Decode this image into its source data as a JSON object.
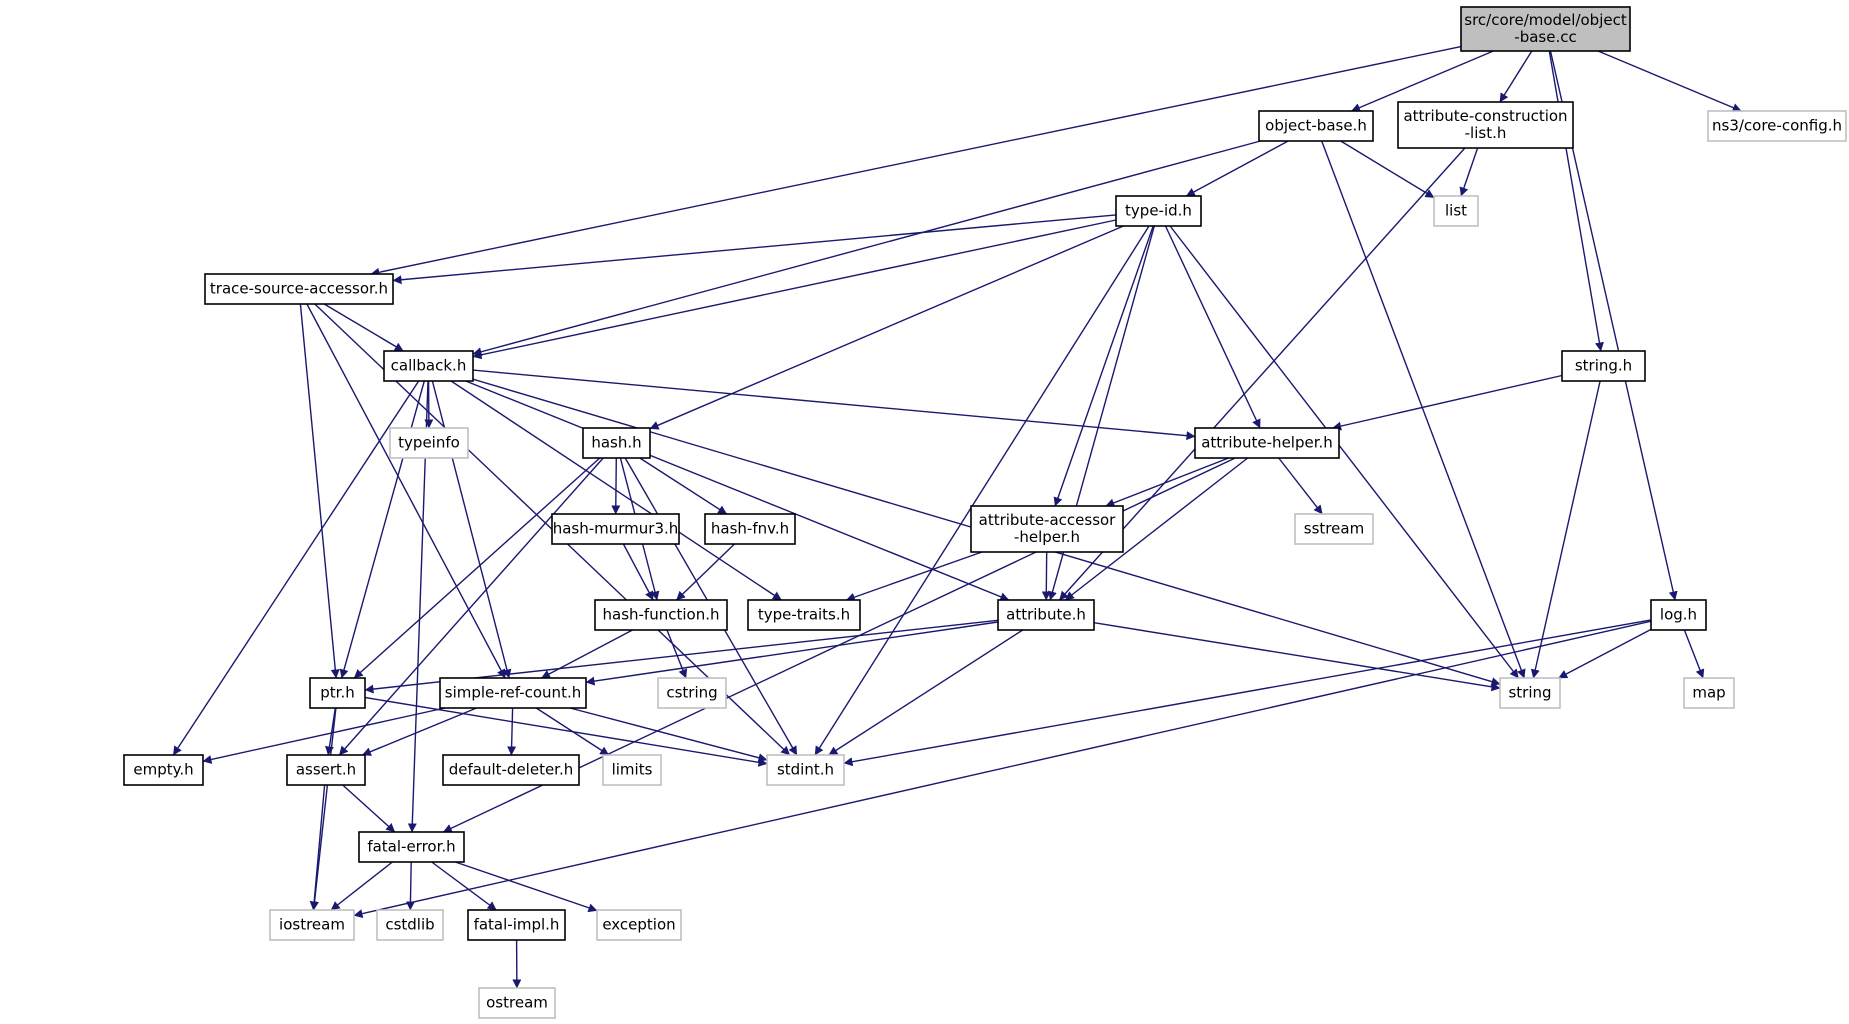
{
  "colors": {
    "edge": "#191970",
    "node_border_local": "#000000",
    "node_border_system": "#bfbfbf",
    "root_fill": "#bfbfbf",
    "node_fill": "#ffffff"
  },
  "nodes": [
    {
      "id": "root",
      "lines": [
        "src/core/model/object",
        "-base.cc"
      ],
      "kind": "root"
    },
    {
      "id": "object_base_h",
      "lines": [
        "object-base.h"
      ],
      "kind": "local"
    },
    {
      "id": "attr_construction",
      "lines": [
        "attribute-construction",
        "-list.h"
      ],
      "kind": "local"
    },
    {
      "id": "core_config",
      "lines": [
        "ns3/core-config.h"
      ],
      "kind": "system"
    },
    {
      "id": "type_id",
      "lines": [
        "type-id.h"
      ],
      "kind": "local"
    },
    {
      "id": "list",
      "lines": [
        "list"
      ],
      "kind": "system"
    },
    {
      "id": "trace_source",
      "lines": [
        "trace-source-accessor.h"
      ],
      "kind": "local"
    },
    {
      "id": "callback",
      "lines": [
        "callback.h"
      ],
      "kind": "local"
    },
    {
      "id": "string_h",
      "lines": [
        "string.h"
      ],
      "kind": "local"
    },
    {
      "id": "typeinfo",
      "lines": [
        "typeinfo"
      ],
      "kind": "system"
    },
    {
      "id": "hash",
      "lines": [
        "hash.h"
      ],
      "kind": "local"
    },
    {
      "id": "attr_helper",
      "lines": [
        "attribute-helper.h"
      ],
      "kind": "local"
    },
    {
      "id": "hash_murmur",
      "lines": [
        "hash-murmur3.h"
      ],
      "kind": "local"
    },
    {
      "id": "hash_fnv",
      "lines": [
        "hash-fnv.h"
      ],
      "kind": "local"
    },
    {
      "id": "attr_accessor",
      "lines": [
        "attribute-accessor",
        "-helper.h"
      ],
      "kind": "local"
    },
    {
      "id": "sstream",
      "lines": [
        "sstream"
      ],
      "kind": "system"
    },
    {
      "id": "hash_function",
      "lines": [
        "hash-function.h"
      ],
      "kind": "local"
    },
    {
      "id": "type_traits",
      "lines": [
        "type-traits.h"
      ],
      "kind": "local"
    },
    {
      "id": "attribute",
      "lines": [
        "attribute.h"
      ],
      "kind": "local"
    },
    {
      "id": "log",
      "lines": [
        "log.h"
      ],
      "kind": "local"
    },
    {
      "id": "ptr",
      "lines": [
        "ptr.h"
      ],
      "kind": "local"
    },
    {
      "id": "simple_ref",
      "lines": [
        "simple-ref-count.h"
      ],
      "kind": "local"
    },
    {
      "id": "cstring",
      "lines": [
        "cstring"
      ],
      "kind": "system"
    },
    {
      "id": "string",
      "lines": [
        "string"
      ],
      "kind": "system"
    },
    {
      "id": "map",
      "lines": [
        "map"
      ],
      "kind": "system"
    },
    {
      "id": "empty",
      "lines": [
        "empty.h"
      ],
      "kind": "local"
    },
    {
      "id": "assert",
      "lines": [
        "assert.h"
      ],
      "kind": "local"
    },
    {
      "id": "default_deleter",
      "lines": [
        "default-deleter.h"
      ],
      "kind": "local"
    },
    {
      "id": "limits",
      "lines": [
        "limits"
      ],
      "kind": "system"
    },
    {
      "id": "stdint",
      "lines": [
        "stdint.h"
      ],
      "kind": "system"
    },
    {
      "id": "fatal_error",
      "lines": [
        "fatal-error.h"
      ],
      "kind": "local"
    },
    {
      "id": "iostream",
      "lines": [
        "iostream"
      ],
      "kind": "system"
    },
    {
      "id": "cstdlib",
      "lines": [
        "cstdlib"
      ],
      "kind": "system"
    },
    {
      "id": "fatal_impl",
      "lines": [
        "fatal-impl.h"
      ],
      "kind": "local"
    },
    {
      "id": "exception",
      "lines": [
        "exception"
      ],
      "kind": "system"
    },
    {
      "id": "ostream",
      "lines": [
        "ostream"
      ],
      "kind": "system"
    }
  ],
  "edges": [
    [
      "root",
      "object_base_h"
    ],
    [
      "root",
      "attr_construction"
    ],
    [
      "root",
      "core_config"
    ],
    [
      "root",
      "trace_source"
    ],
    [
      "root",
      "string_h"
    ],
    [
      "root",
      "log"
    ],
    [
      "object_base_h",
      "type_id"
    ],
    [
      "object_base_h",
      "list"
    ],
    [
      "object_base_h",
      "callback"
    ],
    [
      "object_base_h",
      "string"
    ],
    [
      "attr_construction",
      "list"
    ],
    [
      "attr_construction",
      "attribute"
    ],
    [
      "type_id",
      "trace_source"
    ],
    [
      "type_id",
      "callback"
    ],
    [
      "type_id",
      "hash"
    ],
    [
      "type_id",
      "attr_accessor"
    ],
    [
      "type_id",
      "attr_helper"
    ],
    [
      "type_id",
      "attribute"
    ],
    [
      "type_id",
      "string"
    ],
    [
      "type_id",
      "stdint"
    ],
    [
      "trace_source",
      "callback"
    ],
    [
      "trace_source",
      "ptr"
    ],
    [
      "trace_source",
      "simple_ref"
    ],
    [
      "trace_source",
      "stdint"
    ],
    [
      "callback",
      "typeinfo"
    ],
    [
      "callback",
      "attr_helper"
    ],
    [
      "callback",
      "attribute"
    ],
    [
      "callback",
      "ptr"
    ],
    [
      "callback",
      "empty"
    ],
    [
      "callback",
      "fatal_error"
    ],
    [
      "callback",
      "simple_ref"
    ],
    [
      "callback",
      "type_traits"
    ],
    [
      "callback",
      "string"
    ],
    [
      "string_h",
      "attr_helper"
    ],
    [
      "string_h",
      "string"
    ],
    [
      "hash",
      "hash_murmur"
    ],
    [
      "hash",
      "hash_fnv"
    ],
    [
      "hash",
      "hash_function"
    ],
    [
      "hash",
      "ptr"
    ],
    [
      "hash",
      "assert"
    ],
    [
      "hash",
      "stdint"
    ],
    [
      "attr_helper",
      "attr_accessor"
    ],
    [
      "attr_helper",
      "sstream"
    ],
    [
      "attr_helper",
      "attribute"
    ],
    [
      "attr_helper",
      "fatal_error"
    ],
    [
      "hash_murmur",
      "hash_function"
    ],
    [
      "hash_fnv",
      "hash_function"
    ],
    [
      "attr_accessor",
      "type_traits"
    ],
    [
      "attr_accessor",
      "attribute"
    ],
    [
      "hash_function",
      "simple_ref"
    ],
    [
      "hash_function",
      "cstring"
    ],
    [
      "attribute",
      "ptr"
    ],
    [
      "attribute",
      "simple_ref"
    ],
    [
      "attribute",
      "string"
    ],
    [
      "attribute",
      "stdint"
    ],
    [
      "log",
      "string"
    ],
    [
      "log",
      "map"
    ],
    [
      "log",
      "stdint"
    ],
    [
      "log",
      "iostream"
    ],
    [
      "ptr",
      "assert"
    ],
    [
      "ptr",
      "iostream"
    ],
    [
      "ptr",
      "stdint"
    ],
    [
      "simple_ref",
      "empty"
    ],
    [
      "simple_ref",
      "assert"
    ],
    [
      "simple_ref",
      "default_deleter"
    ],
    [
      "simple_ref",
      "limits"
    ],
    [
      "simple_ref",
      "stdint"
    ],
    [
      "assert",
      "fatal_error"
    ],
    [
      "assert",
      "iostream"
    ],
    [
      "fatal_error",
      "iostream"
    ],
    [
      "fatal_error",
      "cstdlib"
    ],
    [
      "fatal_error",
      "fatal_impl"
    ],
    [
      "fatal_error",
      "exception"
    ],
    [
      "fatal_impl",
      "ostream"
    ]
  ]
}
